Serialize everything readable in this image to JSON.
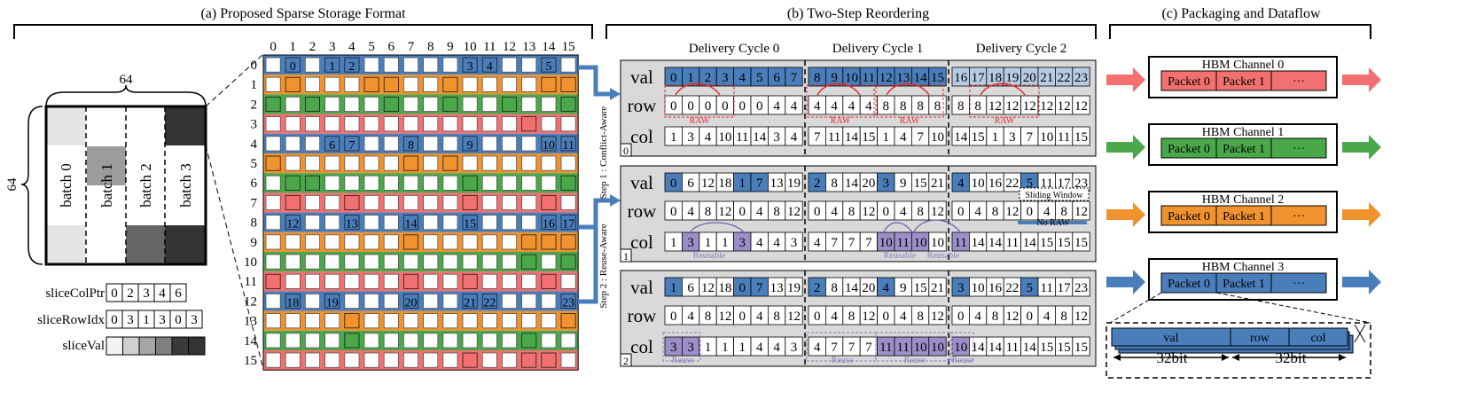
{
  "panel_a": {
    "title": "(a) Proposed Sparse Storage Format",
    "dim_top": "64",
    "dim_left": "64",
    "batches": [
      "batch 0",
      "batch 1",
      "batch 2",
      "batch 3"
    ],
    "col_indices": [
      "0",
      "1",
      "2",
      "3",
      "4",
      "5",
      "6",
      "7",
      "8",
      "9",
      "10",
      "11",
      "12",
      "13",
      "14",
      "15"
    ],
    "row_indices": [
      "0",
      "1",
      "2",
      "3",
      "4",
      "5",
      "6",
      "7",
      "8",
      "9",
      "10",
      "11",
      "12",
      "13",
      "14",
      "15"
    ],
    "slice_col_ptr_label": "sliceColPtr",
    "slice_col_ptr": [
      "0",
      "2",
      "3",
      "4",
      "6"
    ],
    "slice_row_idx_label": "sliceRowIdx",
    "slice_row_idx": [
      "0",
      "3",
      "1",
      "3",
      "0",
      "3"
    ],
    "slice_val_label": "sliceVal",
    "slice_val_colors": [
      "#f2f2f2",
      "#d0d0d0",
      "#a6a6a6",
      "#7f7f7f",
      "#3a3a3a",
      "#333333"
    ],
    "row_colors": [
      "blue",
      "orange",
      "green",
      "red",
      "blue",
      "orange",
      "green",
      "red",
      "blue",
      "orange",
      "green",
      "red",
      "blue",
      "orange",
      "green",
      "red"
    ],
    "grid_fill": {
      "0": {
        "1": "0",
        "3": "1",
        "4": "2",
        "10": "3",
        "11": "4",
        "14": "5"
      },
      "1": {
        "1": "",
        "5": "",
        "6": "",
        "9": "",
        "14": "",
        "15": ""
      },
      "2": {
        "0": "",
        "2": "",
        "6": "",
        "9": "",
        "12": "",
        "15": ""
      },
      "3": {
        "13": ""
      },
      "4": {
        "3": "6",
        "4": "7",
        "7": "8",
        "10": "9",
        "14": "10",
        "15": "11"
      },
      "5": {
        "0": "",
        "7": "",
        "9": ""
      },
      "6": {
        "1": "",
        "2": "",
        "10": "",
        "15": ""
      },
      "7": {
        "1": "",
        "4": "",
        "10": "",
        "14": ""
      },
      "8": {
        "1": "12",
        "4": "13",
        "7": "14",
        "10": "15",
        "14": "16",
        "15": "17"
      },
      "9": {
        "7": "",
        "13": "",
        "14": "",
        "15": ""
      },
      "10": {
        "13": "",
        "15": ""
      },
      "11": {
        "0": "",
        "7": "",
        "10": "",
        "14": ""
      },
      "12": {
        "1": "18",
        "3": "19",
        "7": "20",
        "10": "21",
        "11": "22",
        "15": "23"
      },
      "13": {
        "4": "",
        "15": ""
      },
      "14": {
        "4": "",
        "13": ""
      },
      "15": {
        "10": "",
        "13": "",
        "14": ""
      }
    },
    "colors": {
      "blue": "#4a7ebb",
      "orange": "#f0922e",
      "green": "#4aa84a",
      "red": "#f27070"
    }
  },
  "panel_b": {
    "title": "(b) Two-Step Reordering",
    "cycles": [
      "Delivery Cycle 0",
      "Delivery Cycle 1",
      "Delivery Cycle 2"
    ],
    "row_labels": [
      "val",
      "row",
      "col"
    ],
    "step1_label": "Step 1 : Conflict-Aware",
    "step2_label": "Step 2 : Reuse-Aware",
    "blocks": [
      {
        "tag": "0",
        "val": [
          [
            "0",
            "1",
            "2",
            "3",
            "4",
            "5",
            "6",
            "7"
          ],
          [
            "8",
            "9",
            "10",
            "11",
            "12",
            "13",
            "14",
            "15"
          ],
          [
            "16",
            "17",
            "18",
            "19",
            "20",
            "21",
            "22",
            "23"
          ]
        ],
        "row": [
          [
            "0",
            "0",
            "0",
            "0",
            "0",
            "0",
            "4",
            "4"
          ],
          [
            "4",
            "4",
            "4",
            "4",
            "8",
            "8",
            "8",
            "8"
          ],
          [
            "8",
            "8",
            "12",
            "12",
            "12",
            "12",
            "12",
            "12"
          ]
        ],
        "col": [
          [
            "1",
            "3",
            "4",
            "10",
            "11",
            "14",
            "3",
            "4"
          ],
          [
            "7",
            "11",
            "14",
            "15",
            "1",
            "4",
            "7",
            "10"
          ],
          [
            "14",
            "15",
            "1",
            "3",
            "7",
            "10",
            "11",
            "15"
          ]
        ],
        "raw_label": "RAW"
      },
      {
        "tag": "1",
        "val": [
          [
            "0",
            "6",
            "12",
            "18",
            "1",
            "7",
            "13",
            "19"
          ],
          [
            "2",
            "8",
            "14",
            "20",
            "3",
            "9",
            "15",
            "21"
          ],
          [
            "4",
            "10",
            "16",
            "22",
            "5",
            "11",
            "17",
            "23"
          ]
        ],
        "row": [
          [
            "0",
            "4",
            "8",
            "12",
            "0",
            "4",
            "8",
            "12"
          ],
          [
            "0",
            "4",
            "8",
            "12",
            "0",
            "4",
            "8",
            "12"
          ],
          [
            "0",
            "4",
            "8",
            "12",
            "0",
            "4",
            "8",
            "12"
          ]
        ],
        "col": [
          [
            "1",
            "3",
            "1",
            "1",
            "3",
            "4",
            "4",
            "3"
          ],
          [
            "4",
            "7",
            "7",
            "7",
            "10",
            "11",
            "10",
            "10"
          ],
          [
            "11",
            "14",
            "14",
            "11",
            "14",
            "15",
            "15",
            "15"
          ]
        ],
        "reusable_label": "Reusable",
        "sliding_window_label": "Sliding Window",
        "no_raw_label": "No RAW"
      },
      {
        "tag": "2",
        "val": [
          [
            "1",
            "6",
            "12",
            "18",
            "0",
            "7",
            "13",
            "19"
          ],
          [
            "2",
            "8",
            "14",
            "20",
            "4",
            "9",
            "15",
            "21"
          ],
          [
            "3",
            "10",
            "16",
            "22",
            "5",
            "11",
            "17",
            "23"
          ]
        ],
        "row": [
          [
            "0",
            "4",
            "8",
            "12",
            "0",
            "4",
            "8",
            "12"
          ],
          [
            "0",
            "4",
            "8",
            "12",
            "0",
            "4",
            "8",
            "12"
          ],
          [
            "0",
            "4",
            "8",
            "12",
            "0",
            "4",
            "8",
            "12"
          ]
        ],
        "col": [
          [
            "3",
            "3",
            "1",
            "1",
            "1",
            "4",
            "4",
            "3"
          ],
          [
            "4",
            "7",
            "7",
            "7",
            "11",
            "11",
            "10",
            "10"
          ],
          [
            "10",
            "14",
            "14",
            "11",
            "14",
            "15",
            "15",
            "15"
          ]
        ],
        "reuse_label": "Reuse"
      }
    ]
  },
  "panel_c": {
    "title": "(c) Packaging and Dataflow",
    "channels": [
      {
        "name": "HBM Channel 0",
        "color": "#f27070",
        "packets": [
          "Packet 0",
          "Packet 1",
          "···"
        ]
      },
      {
        "name": "HBM Channel 1",
        "color": "#4aa84a",
        "packets": [
          "Packet 0",
          "Packet 1",
          "···"
        ]
      },
      {
        "name": "HBM Channel 2",
        "color": "#f0922e",
        "packets": [
          "Packet 0",
          "Packet 1",
          "···"
        ]
      },
      {
        "name": "HBM Channel 3",
        "color": "#4a7ebb",
        "packets": [
          "Packet 0",
          "Packet 1",
          "···"
        ]
      }
    ],
    "packet_fields": [
      "val",
      "row",
      "col"
    ],
    "bits_left": "32bit",
    "bits_right": "32bit"
  }
}
